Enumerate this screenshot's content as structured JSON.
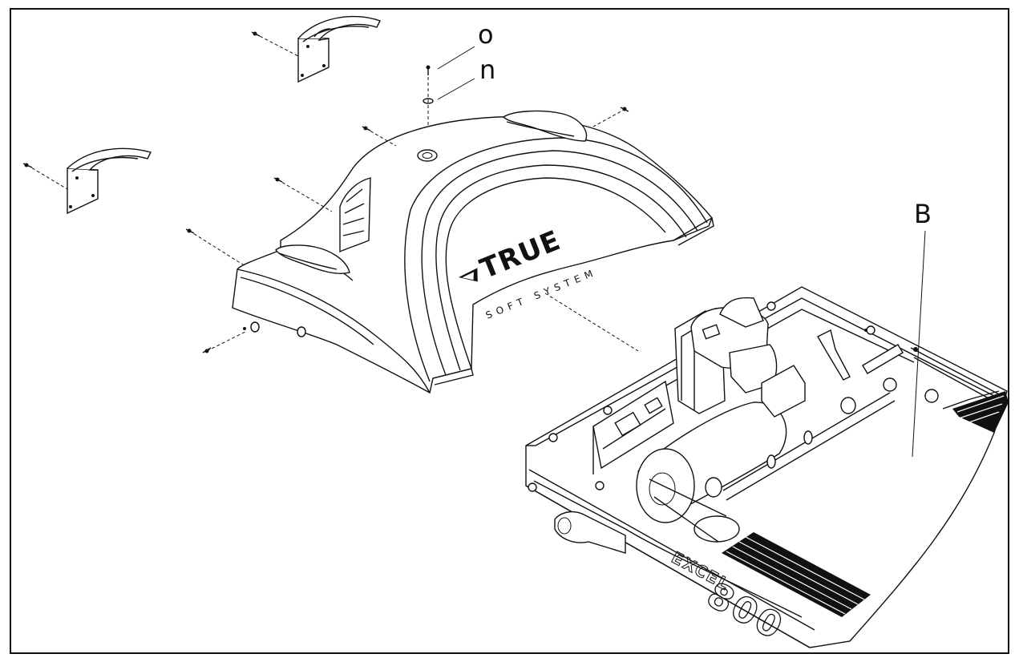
{
  "callouts": {
    "o": "o",
    "n": "n",
    "b": "B"
  },
  "hood": {
    "brand": "TRUE",
    "subtitle": "SOFT SYSTEM"
  },
  "deck": {
    "model_word": "EXCEL",
    "model_number": "800"
  }
}
